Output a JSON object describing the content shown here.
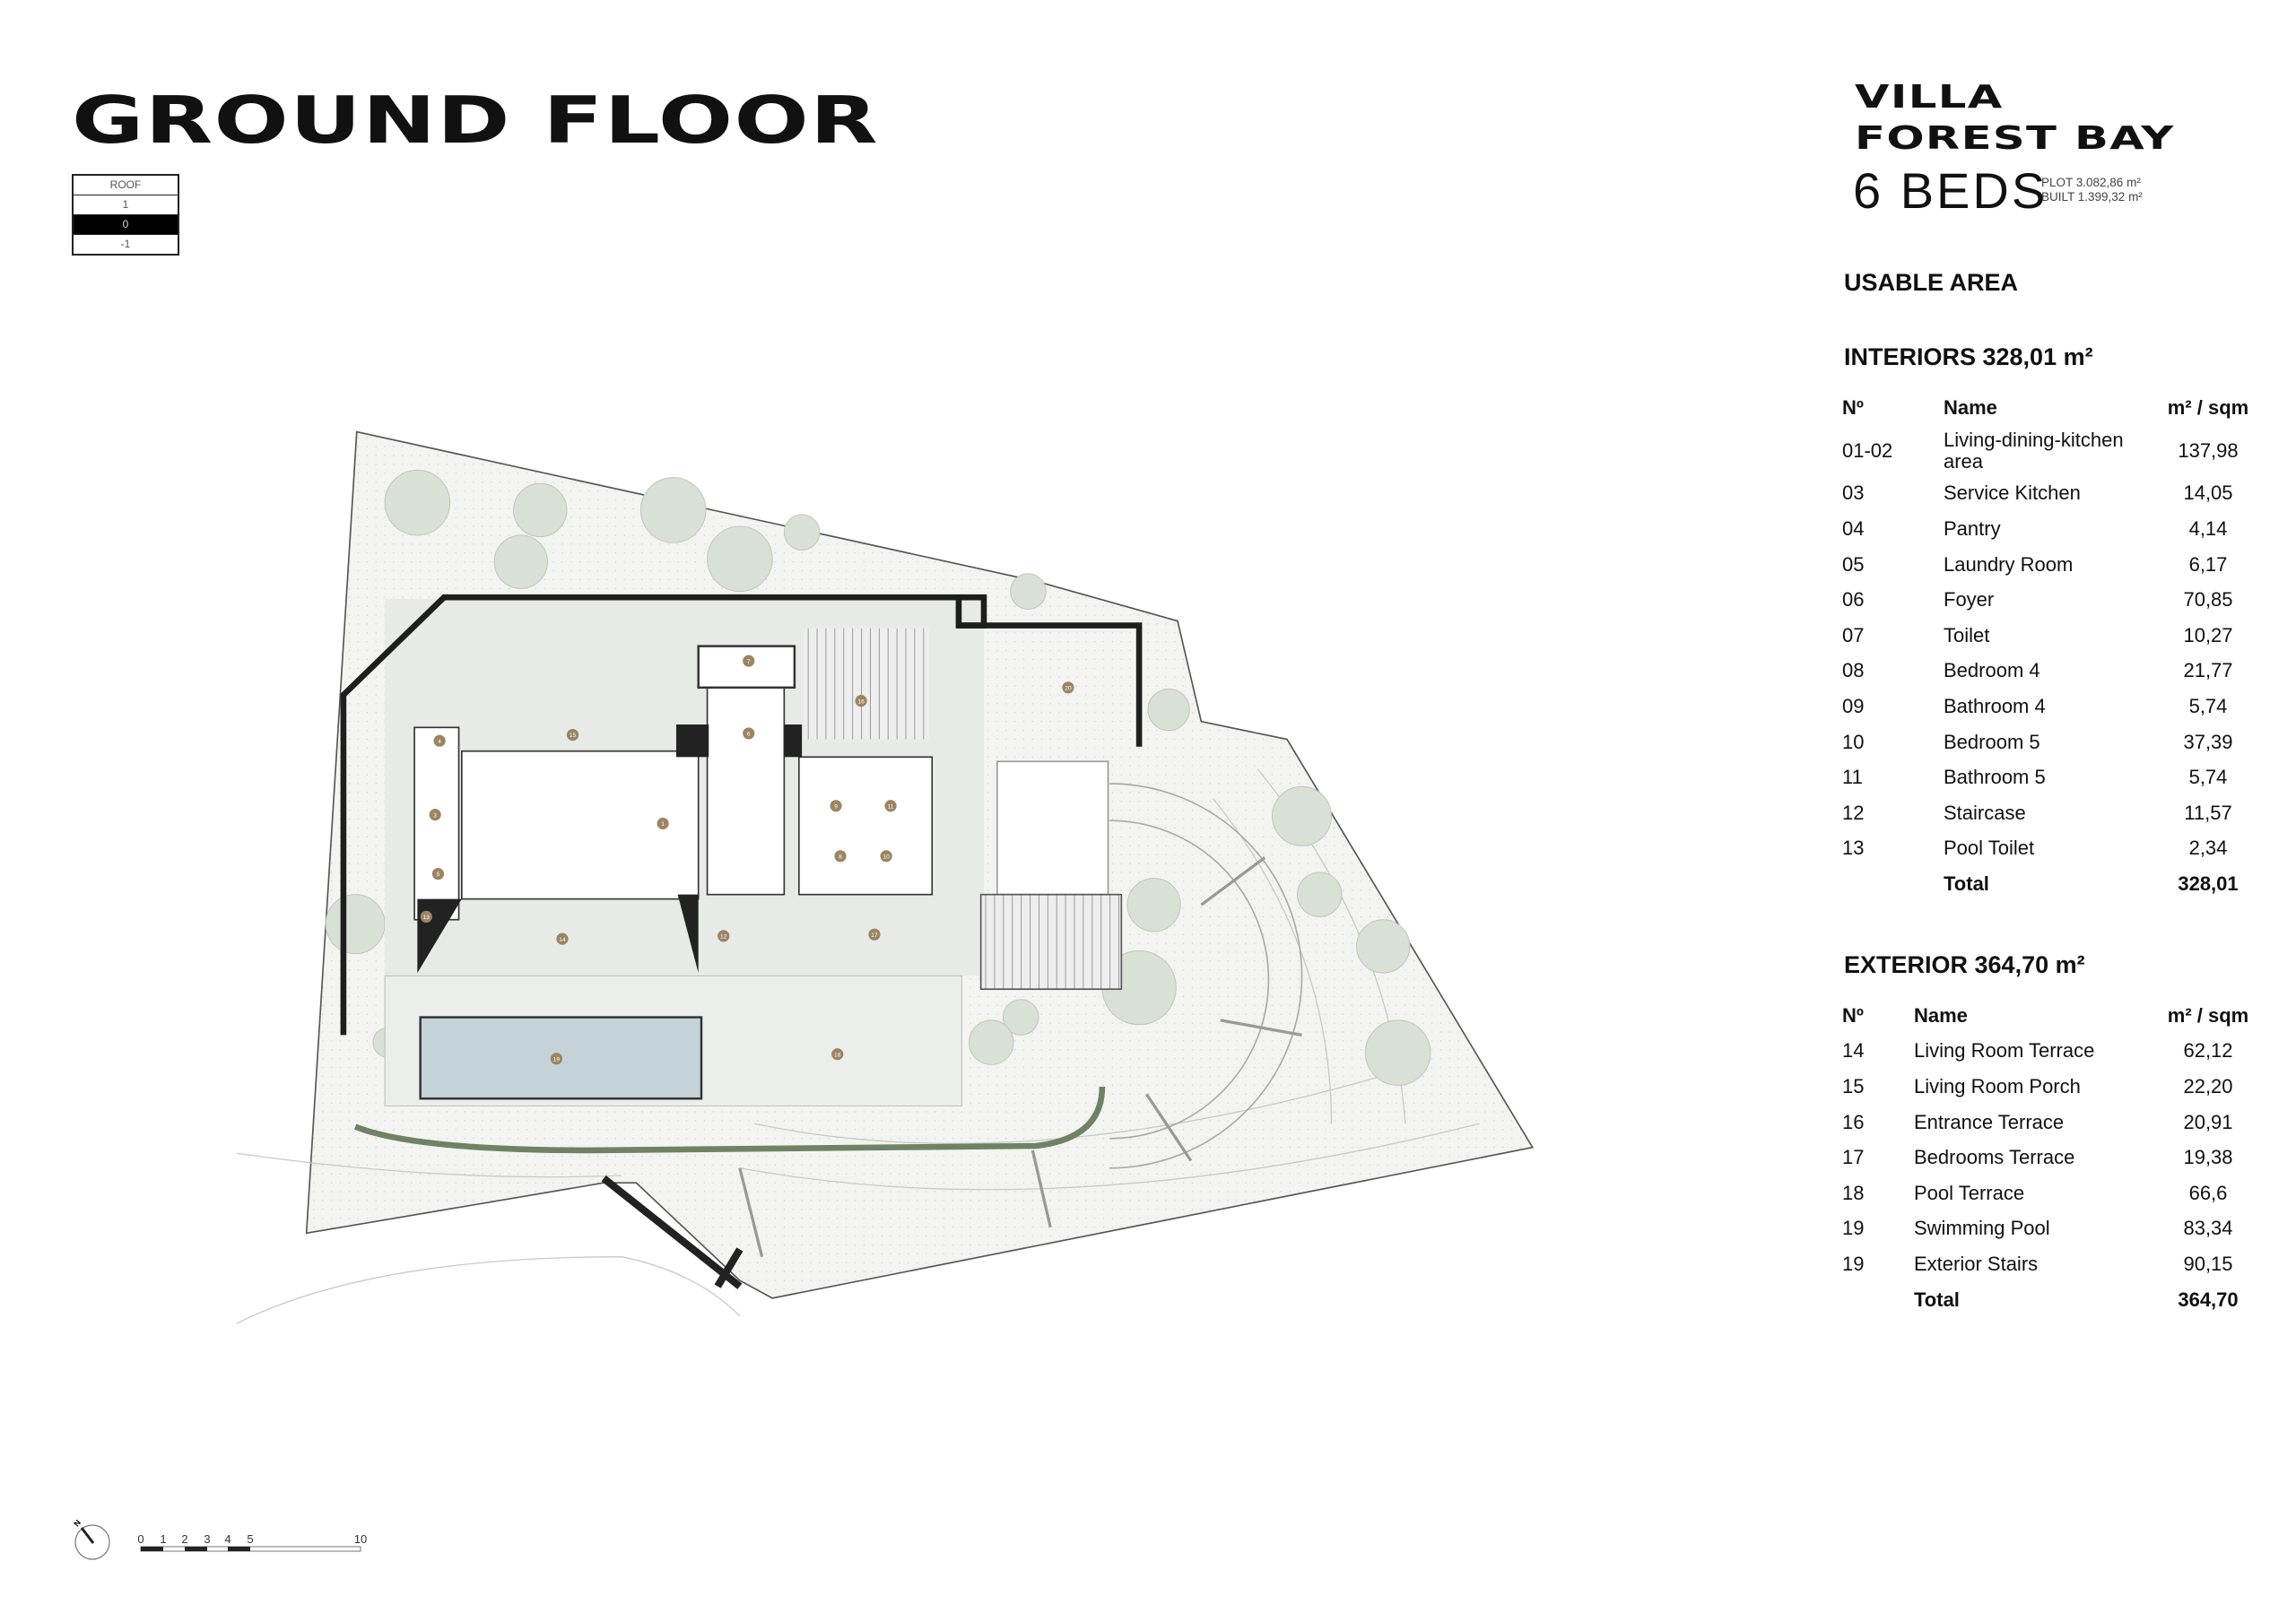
{
  "header": {
    "title": "GROUND FLOOR"
  },
  "levels": {
    "items": [
      "ROOF",
      "1",
      "0",
      "-1"
    ],
    "active": "0"
  },
  "project": {
    "name_line1": "VILLA",
    "name_line2": "FOREST BAY",
    "beds": "6 BEDS",
    "plot": "PLOT 3.082,86 m²",
    "built": "BUILT 1.399,32 m²"
  },
  "usable_area": {
    "title": "USABLE AREA"
  },
  "interiors": {
    "title": "INTERIORS 328,01 m²",
    "columns": [
      "Nº",
      "Name",
      "m² / sqm"
    ],
    "rows": [
      {
        "no": "01-02",
        "name": "Living-dining-kitchen area",
        "area": "137,98"
      },
      {
        "no": "03",
        "name": "Service Kitchen",
        "area": "14,05"
      },
      {
        "no": "04",
        "name": "Pantry",
        "area": "4,14"
      },
      {
        "no": "05",
        "name": "Laundry Room",
        "area": "6,17"
      },
      {
        "no": "06",
        "name": "Foyer",
        "area": "70,85"
      },
      {
        "no": "07",
        "name": "Toilet",
        "area": "10,27"
      },
      {
        "no": "08",
        "name": "Bedroom 4",
        "area": "21,77"
      },
      {
        "no": "09",
        "name": "Bathroom 4",
        "area": "5,74"
      },
      {
        "no": "10",
        "name": "Bedroom 5",
        "area": "37,39"
      },
      {
        "no": "11",
        "name": "Bathroom 5",
        "area": "5,74"
      },
      {
        "no": "12",
        "name": "Staircase",
        "area": "11,57"
      },
      {
        "no": "13",
        "name": "Pool Toilet",
        "area": "2,34"
      }
    ],
    "total_label": "Total",
    "total": "328,01"
  },
  "exterior": {
    "title": "EXTERIOR 364,70 m²",
    "columns": [
      "Nº",
      "Name",
      "m² / sqm"
    ],
    "rows": [
      {
        "no": "14",
        "name": "Living Room Terrace",
        "area": "62,12"
      },
      {
        "no": "15",
        "name": "Living Room Porch",
        "area": "22,20"
      },
      {
        "no": "16",
        "name": "Entrance Terrace",
        "area": "20,91"
      },
      {
        "no": "17",
        "name": "Bedrooms Terrace",
        "area": "19,38"
      },
      {
        "no": "18",
        "name": "Pool Terrace",
        "area": "66,6"
      },
      {
        "no": "19",
        "name": "Swimming Pool",
        "area": "83,34"
      },
      {
        "no": "19",
        "name": "Exterior Stairs",
        "area": "90,15"
      }
    ],
    "total_label": "Total",
    "total": "364,70"
  },
  "plan": {
    "room_markers": [
      "1",
      "2",
      "3",
      "4",
      "5",
      "6",
      "7",
      "8",
      "9",
      "10",
      "11",
      "12",
      "13",
      "14",
      "15",
      "16",
      "17",
      "18",
      "19",
      "20"
    ]
  },
  "scale_bar": {
    "ticks": [
      "0",
      "1",
      "2",
      "3",
      "4",
      "5",
      "10"
    ],
    "north": "N"
  },
  "colors": {
    "wall": "#1e1e1e",
    "site": "#f1f2ef",
    "building": "#e6e9e5",
    "tree": "#d9e0d6",
    "pool": "#c3d3d8",
    "marker": "#9c8463",
    "green_wall": "#6f8264"
  }
}
